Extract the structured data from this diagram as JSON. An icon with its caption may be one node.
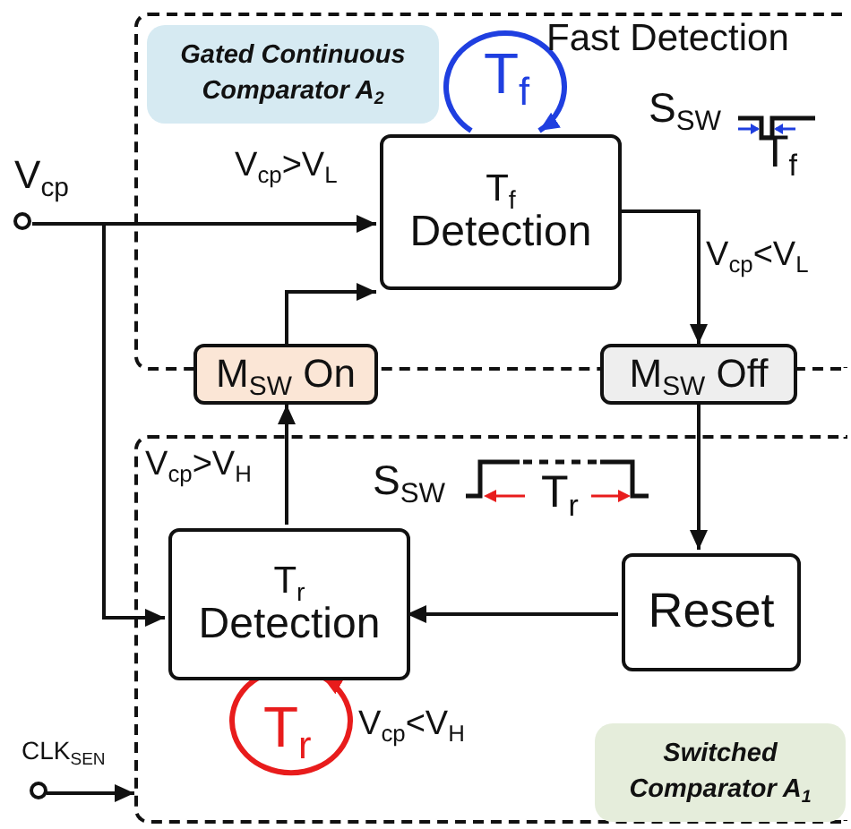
{
  "diagram": {
    "nodes": [
      {
        "text": [
          "Fast Detection"
        ]
      },
      {
        "text": [
          "Gated Continuous Comparator A$_{2}$"
        ],
        "in": 0
      },
      {
        "text": [
          "T$_{f}$",
          "Detection"
        ],
        "in": 0
      },
      {
        "text": [
          "V$_{cp}$"
        ]
      },
      {
        "text": [
          "M$_{SW}$ On"
        ]
      },
      {
        "text": [
          "M$_{SW}$ Off"
        ]
      },
      {
        "text": [],
        "shape": "box"
      },
      {
        "text": [
          "T$_{r}$",
          "Detection"
        ],
        "in": 6
      },
      {
        "text": [
          "Reset"
        ],
        "in": 6
      },
      {
        "text": [
          "Switched Comparator A$_{1}$"
        ],
        "in": 6
      },
      {
        "text": [
          "CLK$_{SEN}$"
        ]
      }
    ],
    "edges": [
      {
        "from": 3,
        "to": 2,
        "arrow": "to",
        "label": "V$_{cp}$>V$_{L}$"
      },
      {
        "from": 3,
        "to": 7,
        "arrow": "to"
      },
      {
        "from": 4,
        "to": 2,
        "arrow": "to"
      },
      {
        "from": 2,
        "to": 5,
        "arrow": "to",
        "label": "V$_{cp}$<V$_{L}$"
      },
      {
        "from": 7,
        "to": 4,
        "arrow": "to",
        "label": "V$_{cp}$>V$_{H}$"
      },
      {
        "from": 5,
        "to": 8,
        "arrow": "to"
      },
      {
        "from": 8,
        "to": 7,
        "arrow": "to"
      },
      {
        "from": 10,
        "to": 6,
        "arrow": "to"
      },
      {
        "from": 2,
        "to": 2,
        "arrow": "to",
        "label": "T$_{f}$",
        "color": "#1f3fe0"
      },
      {
        "from": 7,
        "to": 7,
        "arrow": "to",
        "label": "T$_{r}$",
        "color": "#e81c1c"
      }
    ],
    "labels": [
      "S$_{SW}$",
      "T$_{f}$",
      "S$_{SW}$",
      "T$_{r}$",
      "V$_{cp}$<V$_{H}$"
    ]
  }
}
